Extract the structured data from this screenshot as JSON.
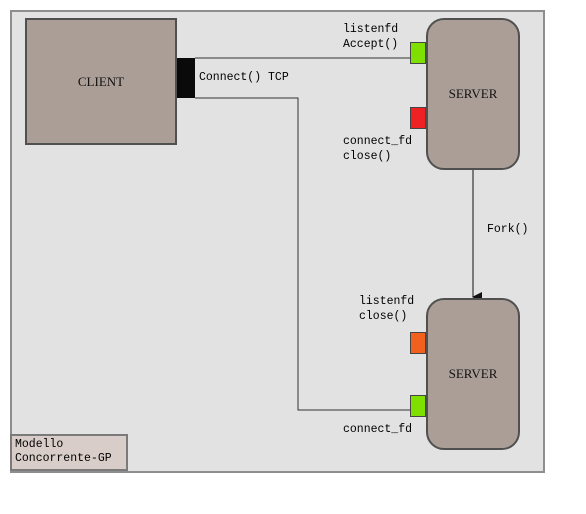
{
  "client": {
    "label": "CLIENT"
  },
  "connect": {
    "label": "Connect() TCP"
  },
  "server_top": {
    "label": "SERVER",
    "port_listen_label_1": "listenfd",
    "port_listen_label_2": "Accept()",
    "port_connect_label_1": "connect_fd",
    "port_connect_label_2": "close()",
    "listen_color": "#7fe000",
    "connect_color": "#ee2222"
  },
  "fork": {
    "label": "Fork()"
  },
  "server_bottom": {
    "label": "SERVER",
    "port_listen_label_1": "listenfd",
    "port_listen_label_2": "close()",
    "port_connect_label": "connect_fd",
    "listen_color": "#f2601e",
    "connect_color": "#7fe000"
  },
  "legend": {
    "line1": "Modello",
    "line2": "Concorrente-GP"
  }
}
